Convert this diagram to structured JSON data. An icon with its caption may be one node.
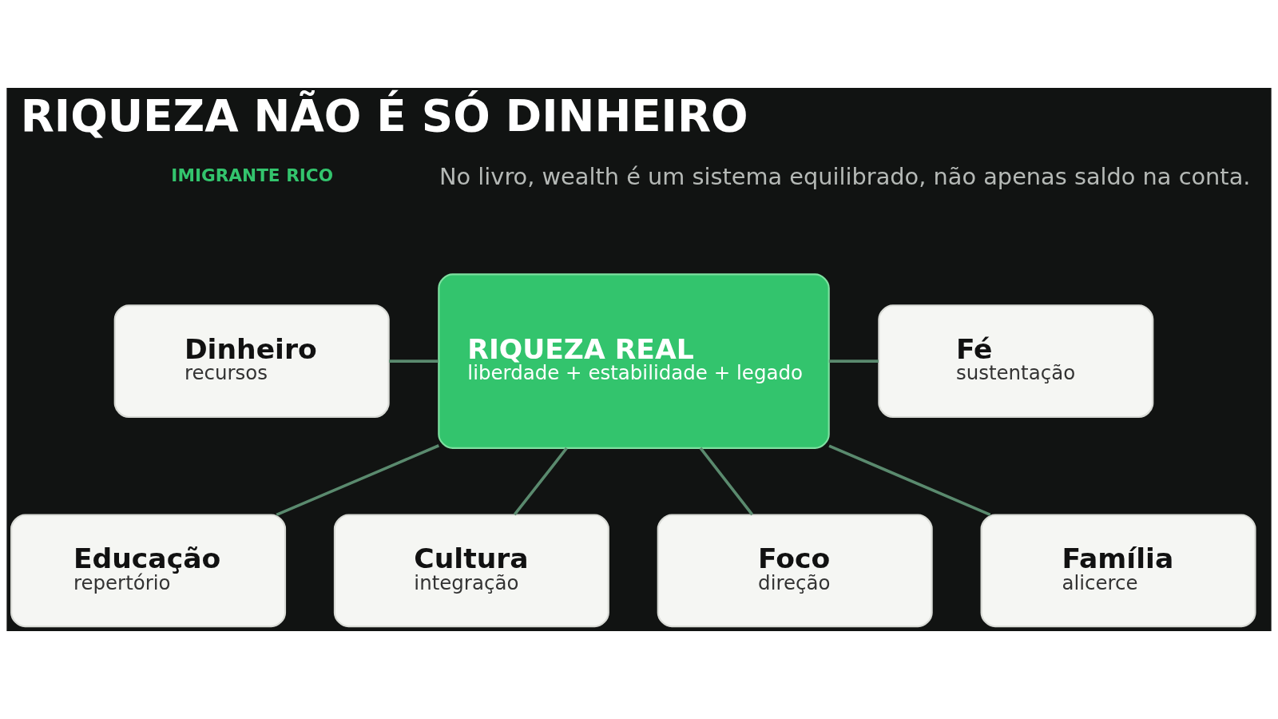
{
  "diagram": {
    "title": "RIQUEZA NÃO É SÓ DINHEIRO",
    "nodes": [
      {
        "text": [
          "Dinheiro",
          "recursos"
        ]
      },
      {
        "text": [
          "Fé",
          "sustentação"
        ]
      },
      {
        "text": [
          "RIQUEZA REAL",
          "liberdade + estabilidade + legado"
        ]
      },
      {
        "text": [
          "Educação",
          "repertório"
        ]
      },
      {
        "text": [
          "Família",
          "alicerce"
        ]
      },
      {
        "text": [
          "Cultura",
          "integração"
        ]
      },
      {
        "text": [
          "Foco",
          "direção"
        ]
      }
    ],
    "edges": [
      {
        "from": 0,
        "to": 2,
        "arrow": "none"
      },
      {
        "from": 2,
        "to": 1,
        "arrow": "none"
      },
      {
        "from": 2,
        "to": 3,
        "arrow": "none"
      },
      {
        "from": 2,
        "to": 5,
        "arrow": "none"
      },
      {
        "from": 2,
        "to": 6,
        "arrow": "none"
      },
      {
        "from": 2,
        "to": 4,
        "arrow": "none"
      }
    ],
    "labels": [
      "IMIGRANTE RICO",
      "No livro, wealth é um sistema equilibrado, não apenas saldo na conta."
    ]
  }
}
